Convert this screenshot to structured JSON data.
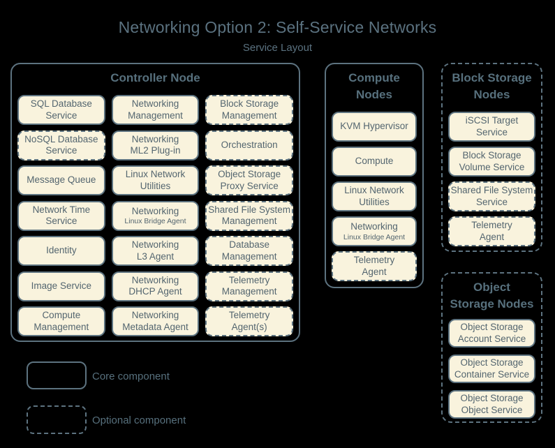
{
  "page": {
    "title": "Networking Option 2: Self-Service Networks",
    "subtitle": "Service Layout"
  },
  "colors": {
    "background": "#000000",
    "box_fill": "#f9f3dd",
    "line": "#5d7380",
    "text": "#53656f",
    "heading": "#57707d"
  },
  "controller": {
    "title": "Controller Node",
    "border": "solid",
    "services": [
      {
        "label": "SQL Database\nService",
        "type": "core"
      },
      {
        "label": "Networking\nManagement",
        "type": "core"
      },
      {
        "label": "Block Storage\nManagement",
        "type": "optional"
      },
      {
        "label": "NoSQL Database\nService",
        "type": "optional"
      },
      {
        "label": "Networking\nML2 Plug-in",
        "type": "core"
      },
      {
        "label": "Orchestration",
        "type": "optional"
      },
      {
        "label": "Message Queue",
        "type": "core"
      },
      {
        "label": "Linux Network\nUtilities",
        "type": "core"
      },
      {
        "label": "Object Storage\nProxy Service",
        "type": "optional"
      },
      {
        "label": "Network Time\nService",
        "type": "core"
      },
      {
        "label": "Networking",
        "sublabel": "Linux Bridge Agent",
        "type": "core"
      },
      {
        "label": "Shared File System\nManagement",
        "type": "optional"
      },
      {
        "label": "Identity",
        "type": "core"
      },
      {
        "label": "Networking\nL3 Agent",
        "type": "core"
      },
      {
        "label": "Database\nManagement",
        "type": "optional"
      },
      {
        "label": "Image Service",
        "type": "core"
      },
      {
        "label": "Networking\nDHCP Agent",
        "type": "core"
      },
      {
        "label": "Telemetry\nManagement",
        "type": "optional"
      },
      {
        "label": "Compute\nManagement",
        "type": "core"
      },
      {
        "label": "Networking\nMetadata Agent",
        "type": "core"
      },
      {
        "label": "Telemetry\nAgent(s)",
        "type": "optional"
      }
    ]
  },
  "compute": {
    "title": "Compute\nNodes",
    "border": "solid",
    "services": [
      {
        "label": "KVM Hypervisor",
        "type": "core"
      },
      {
        "label": "Compute",
        "type": "core"
      },
      {
        "label": "Linux Network\nUtilities",
        "type": "core"
      },
      {
        "label": "Networking",
        "sublabel": "Linux Bridge Agent",
        "type": "core"
      },
      {
        "label": "Telemetry\nAgent",
        "type": "optional"
      }
    ]
  },
  "block_storage": {
    "title": "Block Storage\nNodes",
    "border": "dashed",
    "services": [
      {
        "label": "iSCSI Target\nService",
        "type": "core"
      },
      {
        "label": "Block Storage\nVolume Service",
        "type": "core"
      },
      {
        "label": "Shared File System\nService",
        "type": "optional"
      },
      {
        "label": "Telemetry\nAgent",
        "type": "optional"
      }
    ]
  },
  "object_storage": {
    "title": "Object\nStorage Nodes",
    "border": "dashed",
    "services": [
      {
        "label": "Object Storage\nAccount Service",
        "type": "core"
      },
      {
        "label": "Object Storage\nContainer Service",
        "type": "core"
      },
      {
        "label": "Object Storage\nObject Service",
        "type": "core"
      }
    ]
  },
  "legend": {
    "core_label": "Core component",
    "optional_label": "Optional component"
  }
}
